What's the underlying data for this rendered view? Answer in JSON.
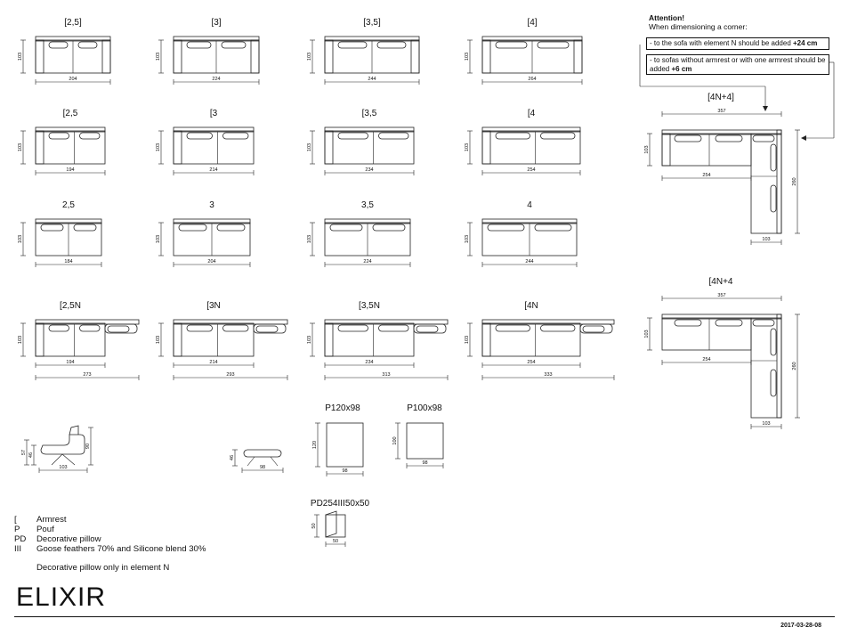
{
  "sofa_rows": [
    {
      "items": [
        {
          "code": "[2,5]",
          "depth": "103",
          "width": "204"
        },
        {
          "code": "[3]",
          "depth": "103",
          "width": "224"
        },
        {
          "code": "[3,5]",
          "depth": "103",
          "width": "244"
        },
        {
          "code": "[4]",
          "depth": "103",
          "width": "264"
        }
      ]
    },
    {
      "items": [
        {
          "code": "[2,5",
          "depth": "103",
          "width": "194"
        },
        {
          "code": "[3",
          "depth": "103",
          "width": "214"
        },
        {
          "code": "[3,5",
          "depth": "103",
          "width": "234"
        },
        {
          "code": "[4",
          "depth": "103",
          "width": "254"
        }
      ]
    },
    {
      "items": [
        {
          "code": "2,5",
          "depth": "103",
          "width": "184"
        },
        {
          "code": "3",
          "depth": "103",
          "width": "204"
        },
        {
          "code": "3,5",
          "depth": "103",
          "width": "224"
        },
        {
          "code": "4",
          "depth": "103",
          "width": "244"
        }
      ]
    },
    {
      "items": [
        {
          "code": "[2,5N",
          "depth": "103",
          "width": "194",
          "width_total": "273"
        },
        {
          "code": "[3N",
          "depth": "103",
          "width": "214",
          "width_total": "293"
        },
        {
          "code": "[3,5N",
          "depth": "103",
          "width": "234",
          "width_total": "313"
        },
        {
          "code": "[4N",
          "depth": "103",
          "width": "254",
          "width_total": "333"
        }
      ]
    }
  ],
  "attention": {
    "title": "Attention!",
    "subtitle": "When dimensioning a corner:",
    "note1_pre": "- to the sofa with element N should be added ",
    "note1_bold": "+24 cm",
    "note2_pre": "- to sofas without armrest or with one armrest should be added ",
    "note2_bold": "+6 cm"
  },
  "corners": [
    {
      "code": "[4N+4]",
      "top": "357",
      "inner": "254",
      "side": "260",
      "bottom": "103"
    },
    {
      "code": "[4N+4",
      "top": "357",
      "inner": "254",
      "side": "260",
      "bottom": "103"
    }
  ],
  "armchair": {
    "height": "90",
    "seat": "46",
    "arm": "57",
    "depth": "103"
  },
  "pouf_small": {
    "height": "46",
    "width": "98"
  },
  "poufs": [
    {
      "code": "P120x98",
      "depth": "120",
      "width": "98"
    },
    {
      "code": "P100x98",
      "depth": "100",
      "width": "98"
    }
  ],
  "pillow": {
    "code": "PD254III50x50",
    "depth": "50",
    "width": "50"
  },
  "legend": [
    {
      "code": "[",
      "label": "Armrest"
    },
    {
      "code": "P",
      "label": "Pouf"
    },
    {
      "code": "PD",
      "label": "Decorative pillow"
    },
    {
      "code": "III",
      "label": "Goose feathers 70% and Silicone blend 30%"
    }
  ],
  "legend_note": "Decorative pillow only in element N",
  "brand": "ELIXIR",
  "date": "2017-03-28-08"
}
